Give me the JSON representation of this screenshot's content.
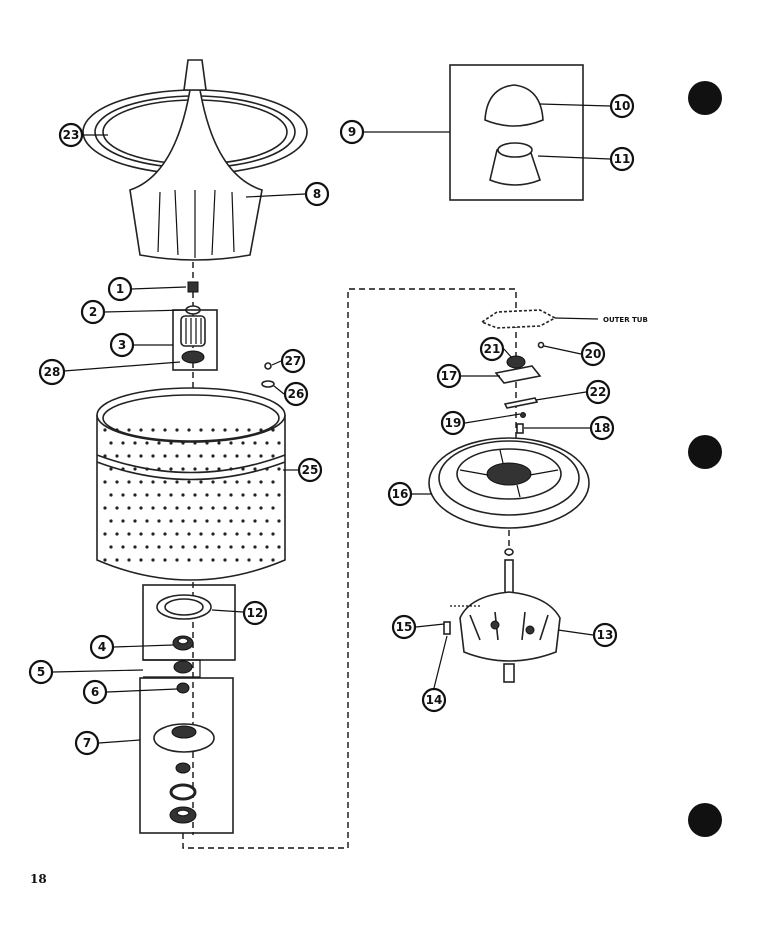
{
  "page_number": "18",
  "outer_tub_label": "OUTER TUB",
  "callouts": [
    {
      "id": "23",
      "label": "23"
    },
    {
      "id": "8",
      "label": "8"
    },
    {
      "id": "1",
      "label": "1"
    },
    {
      "id": "2",
      "label": "2"
    },
    {
      "id": "3",
      "label": "3"
    },
    {
      "id": "28",
      "label": "28"
    },
    {
      "id": "27",
      "label": "27"
    },
    {
      "id": "26",
      "label": "26"
    },
    {
      "id": "25",
      "label": "25"
    },
    {
      "id": "12",
      "label": "12"
    },
    {
      "id": "4",
      "label": "4"
    },
    {
      "id": "5",
      "label": "5"
    },
    {
      "id": "6",
      "label": "6"
    },
    {
      "id": "7",
      "label": "7"
    },
    {
      "id": "9",
      "label": "9"
    },
    {
      "id": "10",
      "label": "10"
    },
    {
      "id": "11",
      "label": "11"
    },
    {
      "id": "21",
      "label": "21"
    },
    {
      "id": "20",
      "label": "20"
    },
    {
      "id": "17",
      "label": "17"
    },
    {
      "id": "22",
      "label": "22"
    },
    {
      "id": "19",
      "label": "19"
    },
    {
      "id": "18",
      "label": "18"
    },
    {
      "id": "16",
      "label": "16"
    },
    {
      "id": "15",
      "label": "15"
    },
    {
      "id": "13",
      "label": "13"
    },
    {
      "id": "14",
      "label": "14"
    }
  ]
}
